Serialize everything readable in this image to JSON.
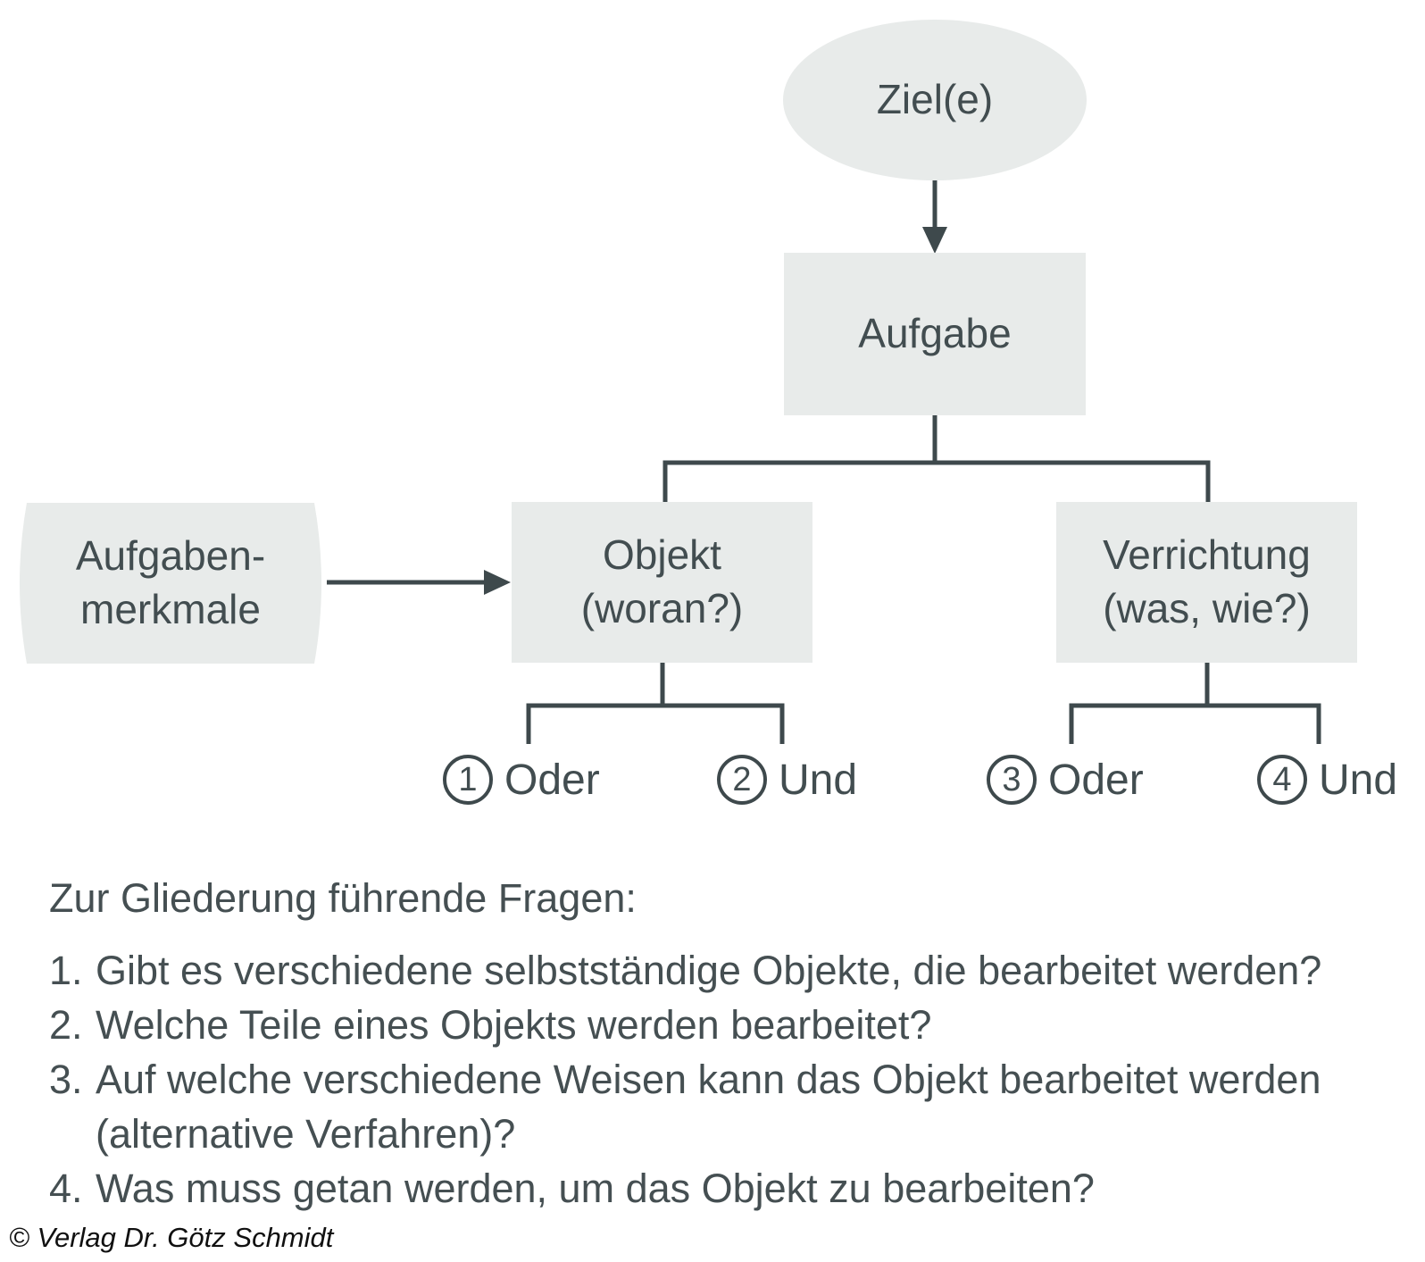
{
  "diagram": {
    "ziel": {
      "label": "Ziel(e)"
    },
    "aufgabe": {
      "label": "Aufgabe"
    },
    "merkmale": {
      "label": "Aufgaben-\nmerkmale"
    },
    "objekt": {
      "label": "Objekt\n(woran?)"
    },
    "verrichtung": {
      "label": "Verrichtung\n(was, wie?)"
    },
    "branches": [
      {
        "number": "1",
        "label": "Oder"
      },
      {
        "number": "2",
        "label": "Und"
      },
      {
        "number": "3",
        "label": "Oder"
      },
      {
        "number": "4",
        "label": "Und"
      }
    ]
  },
  "questions": {
    "heading": "Zur Gliederung führende Fragen:",
    "items": [
      {
        "number": "1.",
        "text": "Gibt es verschiedene selbstständige Objekte, die bearbeitet werden?"
      },
      {
        "number": "2.",
        "text": "Welche Teile eines Objekts werden bearbeitet?"
      },
      {
        "number": "3.",
        "text": "Auf welche verschiedene Weisen kann das Objekt bearbeitet werden\n(alternative Verfahren)?"
      },
      {
        "number": "4.",
        "text": "Was muss getan werden, um das Objekt zu bearbeiten?"
      }
    ]
  },
  "footer": {
    "copyright": "© Verlag Dr. Götz Schmidt"
  },
  "colors": {
    "node_fill": "#e8ebea",
    "line": "#3e494c",
    "diagram_text": "#424d50",
    "body_text": "#454f52",
    "footer_text": "#101010"
  }
}
